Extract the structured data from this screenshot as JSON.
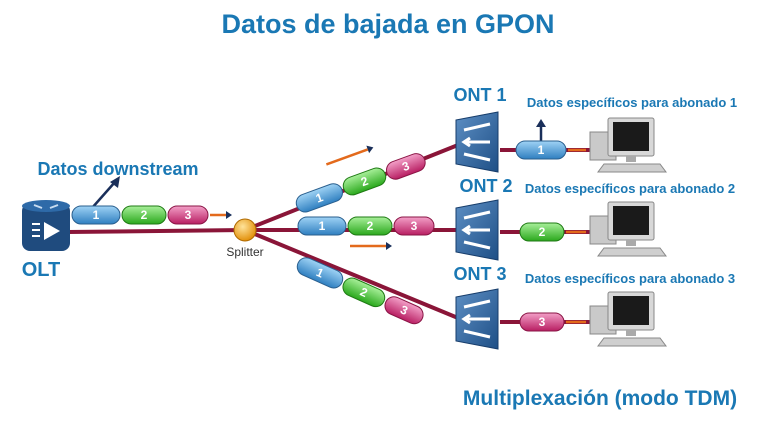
{
  "title": "Datos de bajada en GPON",
  "downstream_label": "Datos downstream",
  "olt_label": "OLT",
  "splitter_label": "Splitter",
  "packets": {
    "p1": "1",
    "p2": "2",
    "p3": "3"
  },
  "onts": [
    {
      "label": "ONT 1",
      "data_label": "Datos específicos para abonado 1"
    },
    {
      "label": "ONT 2",
      "data_label": "Datos específicos para abonado 2"
    },
    {
      "label": "ONT 3",
      "data_label": "Datos específicos para abonado 3"
    }
  ],
  "footer": "Multiplexación (modo TDM)",
  "colors": {
    "title": "#1a78b4",
    "fiber": "#8a1538",
    "packet1": "#4fa3dc",
    "packet2": "#4ccf3a",
    "packet3": "#d8337a",
    "splitter": "#f2a20c",
    "arrow": "#e36a1c"
  }
}
